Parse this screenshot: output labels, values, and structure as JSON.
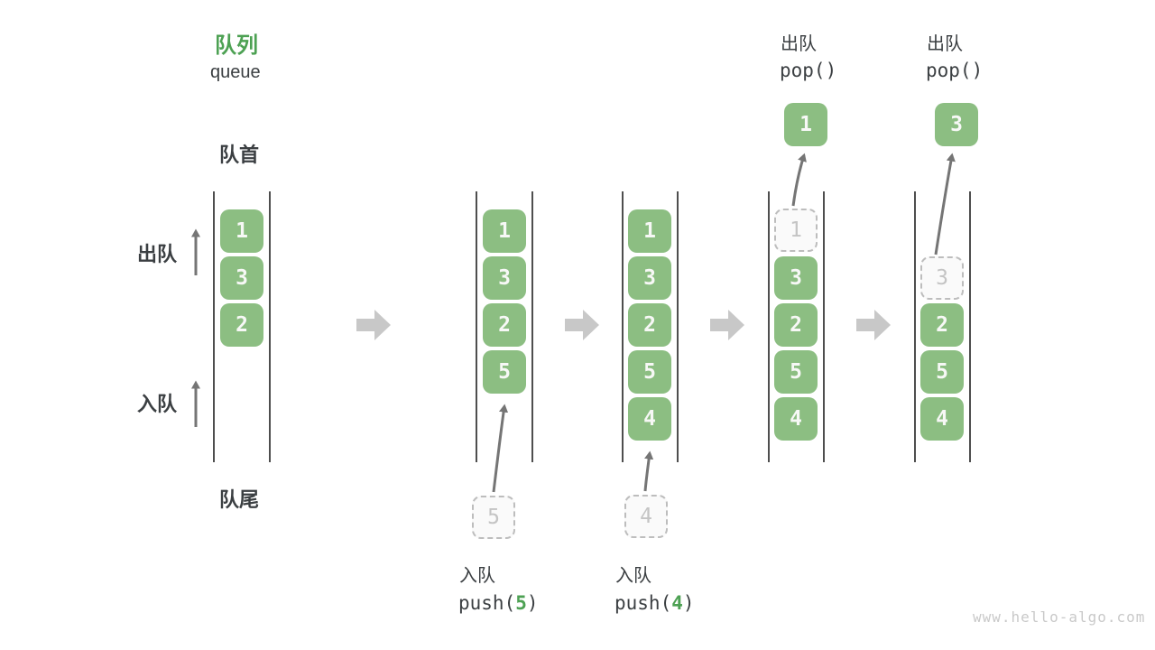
{
  "title": {
    "zh": "队列",
    "en": "queue"
  },
  "side_labels": {
    "front": "队首",
    "rear": "队尾",
    "dequeue": "出队",
    "enqueue": "入队"
  },
  "colors": {
    "accent_green": "#4da153",
    "box_green": "#8cbe82",
    "box_text": "#f7f8f6",
    "dark_text": "#3b3f42",
    "ghost_gray": "#c4c4c4",
    "thin_arrow_gray": "#757575",
    "block_arrow_gray": "#c8c8c8"
  },
  "watermark": "www.hello-algo.com",
  "states": [
    {
      "slots": [
        {
          "value": "1"
        },
        {
          "value": "3"
        },
        {
          "value": "2"
        }
      ]
    },
    {
      "op": {
        "label": "入队",
        "fn": "push(",
        "arg": "5",
        "close": ")"
      },
      "staging": "5",
      "slots": [
        {
          "value": "1"
        },
        {
          "value": "3"
        },
        {
          "value": "2"
        },
        {
          "value": "5"
        }
      ]
    },
    {
      "op": {
        "label": "入队",
        "fn": "push(",
        "arg": "4",
        "close": ")"
      },
      "staging": "4",
      "slots": [
        {
          "value": "1"
        },
        {
          "value": "3"
        },
        {
          "value": "2"
        },
        {
          "value": "5"
        },
        {
          "value": "4"
        }
      ]
    },
    {
      "op": {
        "label": "出队",
        "code": "pop()"
      },
      "popped": "1",
      "ghost": "1",
      "slots": [
        {
          "value": "3"
        },
        {
          "value": "2"
        },
        {
          "value": "5"
        },
        {
          "value": "4"
        }
      ]
    },
    {
      "op": {
        "label": "出队",
        "code": "pop()"
      },
      "popped": "3",
      "ghost": "3",
      "slots": [
        {
          "value": "2"
        },
        {
          "value": "5"
        },
        {
          "value": "4"
        }
      ]
    }
  ]
}
